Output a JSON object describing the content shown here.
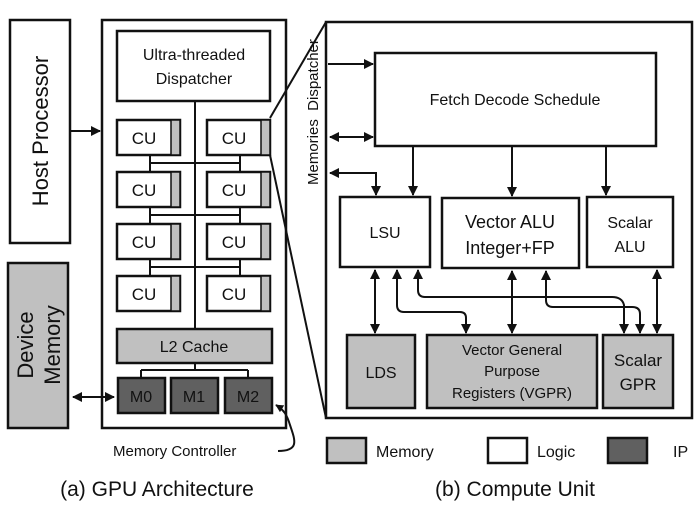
{
  "colors": {
    "memory": "#c0c0c0",
    "logic": "#ffffff",
    "ip": "#606060",
    "stroke": "#111111"
  },
  "gpu": {
    "host_processor": "Host Processor",
    "device_memory_line1": "Device",
    "device_memory_line2": "Memory",
    "dispatcher_line1": "Ultra-threaded",
    "dispatcher_line2": "Dispatcher",
    "cu_label": "CU",
    "l2_cache": "L2 Cache",
    "controllers": [
      "M0",
      "M1",
      "M2"
    ],
    "memory_controller_label": "Memory Controller",
    "caption": "(a) GPU Architecture"
  },
  "cu": {
    "side_label": "Memories  Dispatcher",
    "fetch_decode_schedule": "Fetch Decode Schedule",
    "lsu": "LSU",
    "vector_alu_line1": "Vector ALU",
    "vector_alu_line2": "Integer+FP",
    "scalar_alu_line1": "Scalar",
    "scalar_alu_line2": "ALU",
    "lds": "LDS",
    "vgpr_line1": "Vector General",
    "vgpr_line2": "Purpose",
    "vgpr_line3": "Registers (VGPR)",
    "sgpr_line1": "Scalar",
    "sgpr_line2": "GPR",
    "caption": "(b) Compute Unit"
  },
  "legend": {
    "memory": "Memory",
    "logic": "Logic",
    "ip": "IP"
  }
}
